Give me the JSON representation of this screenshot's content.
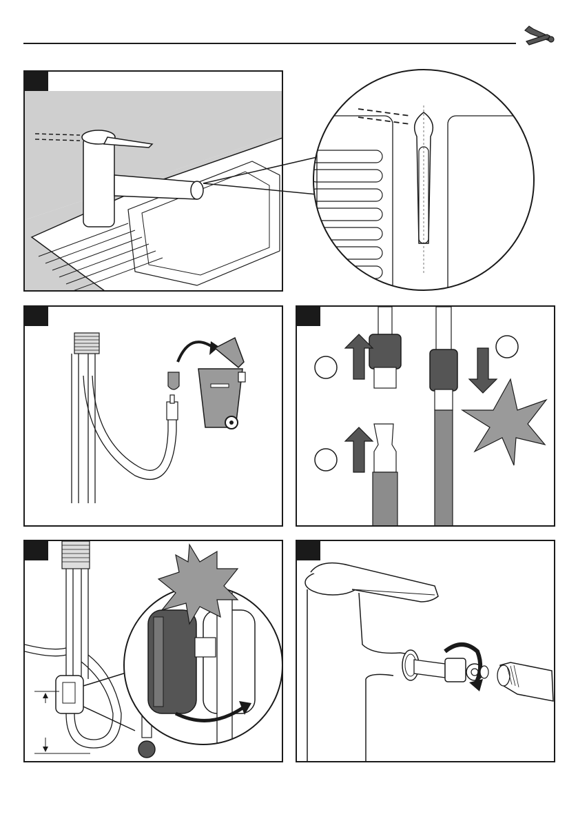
{
  "page": {
    "section_icon": "wrench-screwdriver-icon"
  },
  "steps": [
    {
      "id": "step-1",
      "tab_label": "",
      "illustration": "faucet-on-sink-with-magnified-lever-detail"
    },
    {
      "id": "step-2",
      "tab_label": "",
      "illustration": "remove-hose-plug-and-discard-in-bin"
    },
    {
      "id": "step-3",
      "tab_label": "",
      "illustration": "pull-off-quick-connectors"
    },
    {
      "id": "step-4",
      "tab_label": "",
      "illustration": "attach-hose-weight-clip"
    },
    {
      "id": "step-5",
      "tab_label": "",
      "illustration": "unscrew-spout-head"
    }
  ],
  "colors": {
    "outline": "#1a1a1a",
    "counter_gray": "#cfcfcf",
    "hose_gray": "#8c8c8c",
    "connector_dark": "#555555",
    "burst_gray": "#9a9a9a",
    "background": "#ffffff"
  }
}
